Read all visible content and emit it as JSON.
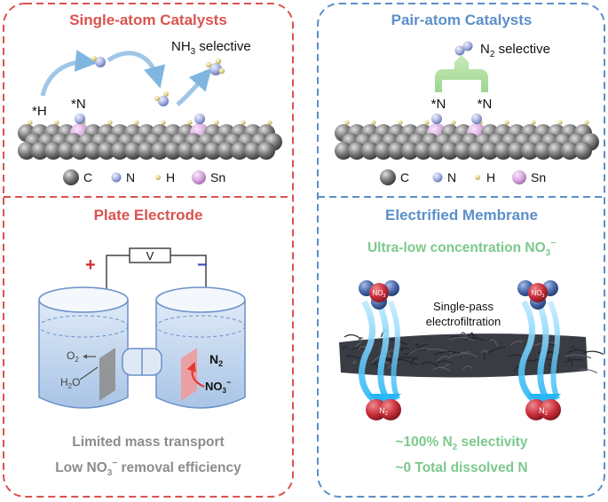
{
  "colors": {
    "red_accent": "#d9534f",
    "blue_accent": "#5b8fc9",
    "green_accent": "#7cc98b",
    "gray_text": "#8c8c8c",
    "carbon": "#7a7a7a",
    "nitrogen": "#a9b3e0",
    "hydrogen": "#e3d68a",
    "tin": "#d9a8e0",
    "membrane_dark": "#3a3c44",
    "flow_blue": "#4fc3f7",
    "no3_red": "#c9303c",
    "no3_blue": "#4a68a8"
  },
  "left": {
    "top_title": "Single-atom Catalysts",
    "nh3_label_main": "NH",
    "nh3_label_sub": "3",
    "nh3_label_rest": " selective",
    "h_label": "*H",
    "n_label": "*N",
    "legend": [
      {
        "label": "C",
        "icon": "carbon-atom-icon"
      },
      {
        "label": "N",
        "icon": "nitrogen-atom-icon"
      },
      {
        "label": "H",
        "icon": "hydrogen-atom-icon"
      },
      {
        "label": "Sn",
        "icon": "tin-atom-icon"
      }
    ],
    "bottom_title": "Plate Electrode",
    "plus": "+",
    "minus": "−",
    "volt": "V",
    "o2_main": "O",
    "o2_sub": "2",
    "h2o_a": "H",
    "h2o_sub": "2",
    "h2o_b": "O",
    "n2_main": "N",
    "n2_sub": "2",
    "no3_main": "NO",
    "no3_sub": "3",
    "no3_sup": "−",
    "caption1": "Limited mass transport",
    "caption2_a": "Low NO",
    "caption2_sub": "3",
    "caption2_sup": "−",
    "caption2_b": " removal efficiency"
  },
  "right": {
    "top_title": "Pair-atom Catalysts",
    "n2_label_main": "N",
    "n2_label_sub": "2",
    "n2_label_rest": " selective",
    "n_label_1": "*N",
    "n_label_2": "*N",
    "legend": [
      {
        "label": "C",
        "icon": "carbon-atom-icon"
      },
      {
        "label": "N",
        "icon": "nitrogen-atom-icon"
      },
      {
        "label": "H",
        "icon": "hydrogen-atom-icon"
      },
      {
        "label": "Sn",
        "icon": "tin-atom-icon"
      }
    ],
    "bottom_title": "Electrified Membrane",
    "green_title_a": "Ultra-low concentration NO",
    "green_title_sub": "3",
    "green_title_sup": "−",
    "flow_text_1": "Single-pass",
    "flow_text_2": "electrofiltration",
    "no3_mol_label": "NO",
    "no3_mol_sub": "3",
    "n2_mol_label": "N",
    "n2_mol_sub": "2",
    "result1_a": "~100% N",
    "result1_sub": "2",
    "result1_b": " selectivity",
    "result2": "~0 Total dissolved N"
  }
}
